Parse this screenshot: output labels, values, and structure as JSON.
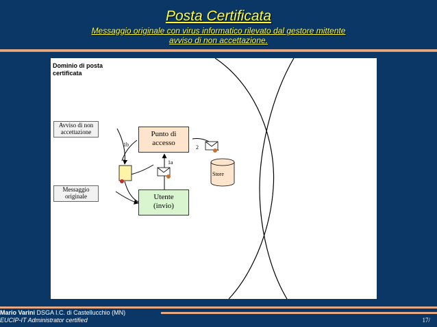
{
  "header": {
    "title": "Posta Certificata",
    "subtitle_line1": "Messaggio originale con virus informatico rilevato dal gestore mittente",
    "subtitle_line2": "avviso di non accettazione."
  },
  "diagram": {
    "domain_label": "Dominio di posta certificata",
    "notice_box": "Avviso di non accettazione",
    "original_box": "Messaggio originale",
    "access_point": "Punto di accesso",
    "user_line1": "Utente",
    "user_line2": "(invio)",
    "store": "Store",
    "label_1b": "1b",
    "label_1a": "1a",
    "label_2": "2",
    "colors": {
      "access_point_fill": "#fde4cc",
      "user_fill": "#d9f5d0",
      "notice_fill": "#fff3a8"
    }
  },
  "footer": {
    "author": "Mario Varini",
    "affiliation": "DSGA I.C. di Castellucchio (MN)",
    "certification": "EUCIP-IT Administrator certified",
    "page": "17/"
  }
}
